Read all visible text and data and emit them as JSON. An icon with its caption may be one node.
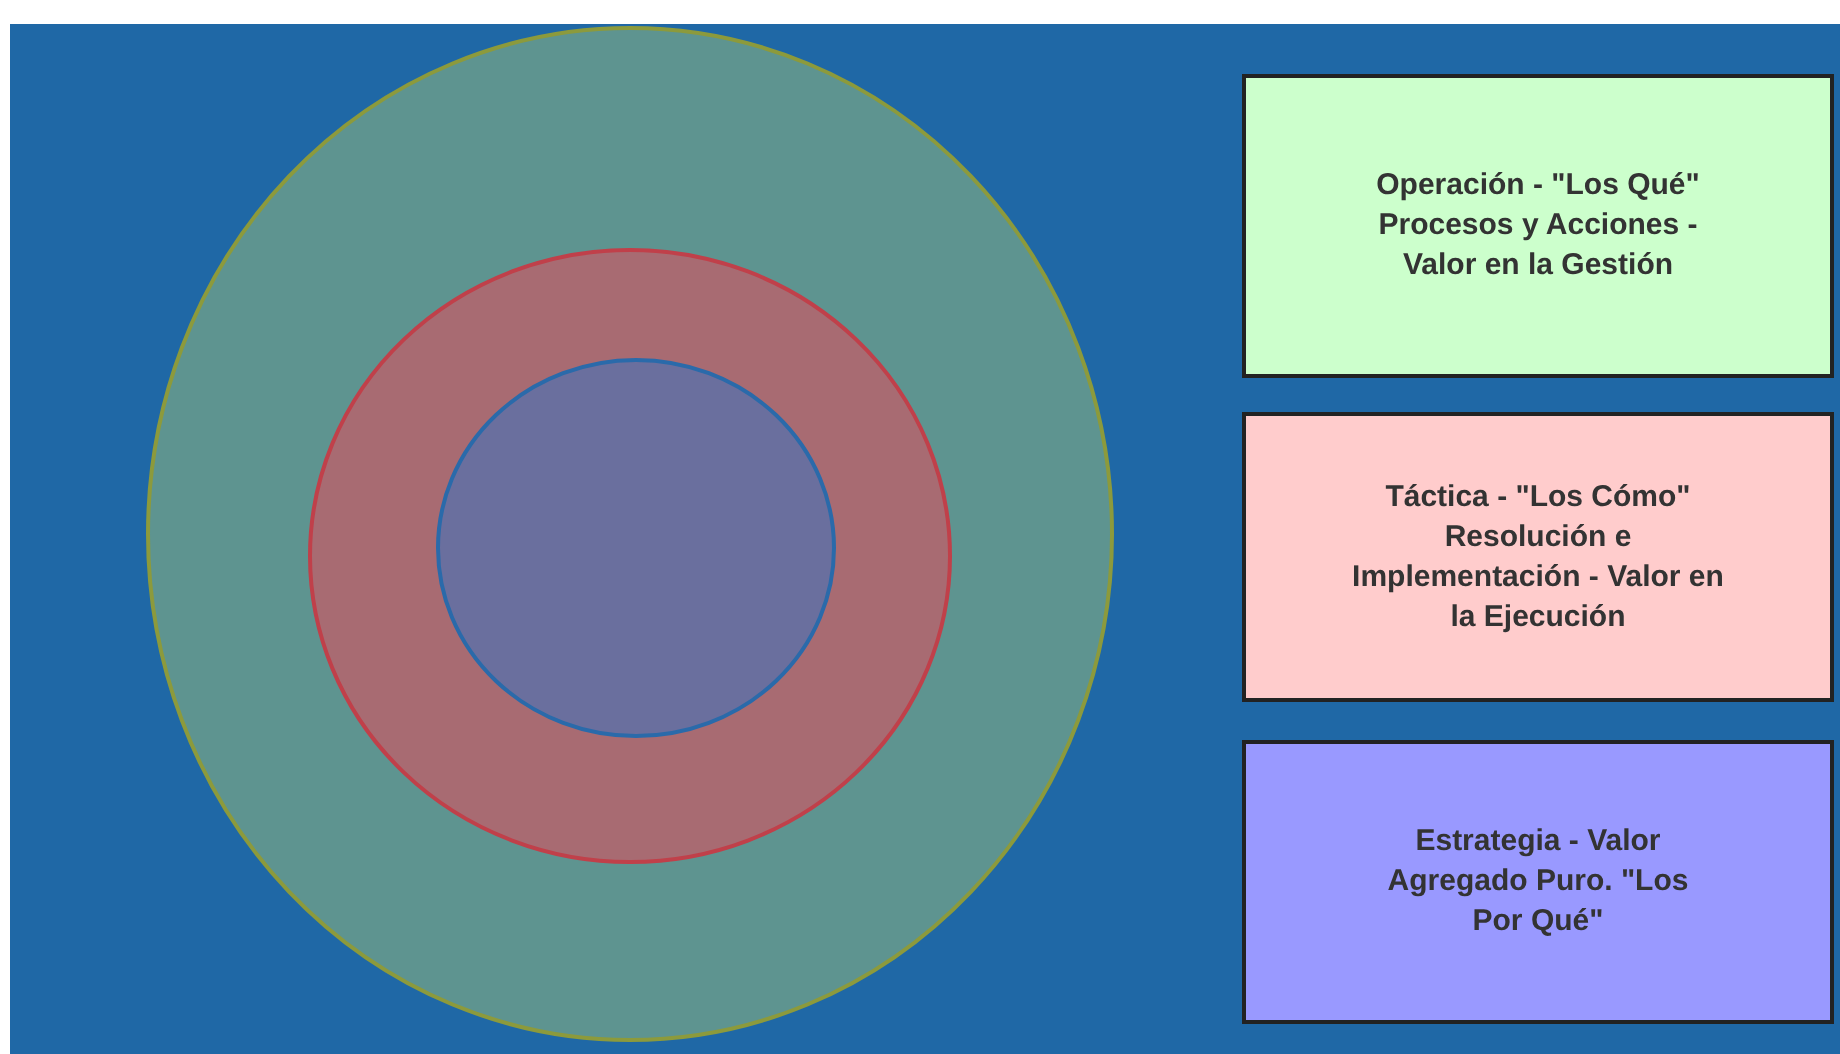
{
  "diagram": {
    "nodes": [
      {
        "text": [
          "Operación - \"Los Qué\" Procesos y Acciones - Valor en la Gestión"
        ]
      },
      {
        "text": [
          "Táctica - \"Los Cómo\" Resolución e Implementación - Valor en la Ejecución"
        ]
      },
      {
        "text": [
          "Estrategia - Valor Agregado Puro. \"Los Por Qué\""
        ]
      }
    ]
  }
}
